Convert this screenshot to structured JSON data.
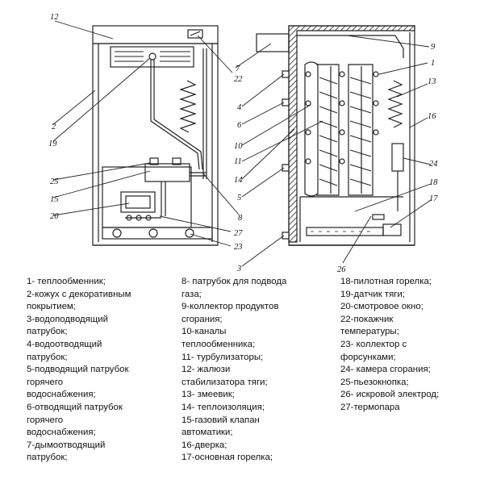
{
  "callouts": {
    "c1": "1",
    "c2": "2",
    "c3": "3",
    "c4": "4",
    "c5": "5",
    "c6": "6",
    "c7": "7",
    "c8": "8",
    "c9": "9",
    "c10": "10",
    "c11": "11",
    "c12": "12",
    "c13": "13",
    "c14": "14",
    "c15": "15",
    "c16": "16",
    "c17": "17",
    "c18": "18",
    "c19": "19",
    "c20": "20",
    "c22": "22",
    "c23": "23",
    "c24": "24",
    "c25": "25",
    "c26": "26",
    "c27": "27"
  },
  "legend": {
    "col1": [
      "1- теплообменник;",
      "2-кожух с декоративным\nпокрытием;",
      "3-водоподводящий\nпатрубок;",
      "4-водоотводящий\nпатрубок;",
      "5-подводящий патрубок\nгорячего\nводоснабжения;",
      "6-отводящий патрубок\nгорячего\nводоснабжения;",
      "7-дымоотводящий\nпатрубок;"
    ],
    "col2": [
      "8- патрубок для подвода\nгаза;",
      "9-коллектор продуктов\nсгорания;",
      "10-каналы\nтеплообменника;",
      "11- турбулизаторы;",
      "12- жалюзи\nстабилизатора тяги;",
      "13- змеевик;",
      "14- теплоизоляция;",
      "15-газовий клапан\nавтоматики;",
      "16-дверка;",
      "17-основная горелка;"
    ],
    "col3": [
      "18-пилотная горелка;",
      "19-датчик тяги;",
      "20-смотровое окно;",
      "22-покажчик\nтемпературы;",
      "23- коллектор с\nфорсунками;",
      "24- камера сгорания;",
      "25-пьезокнопка;",
      "26- искровой электрод;",
      "27-термопара"
    ]
  }
}
